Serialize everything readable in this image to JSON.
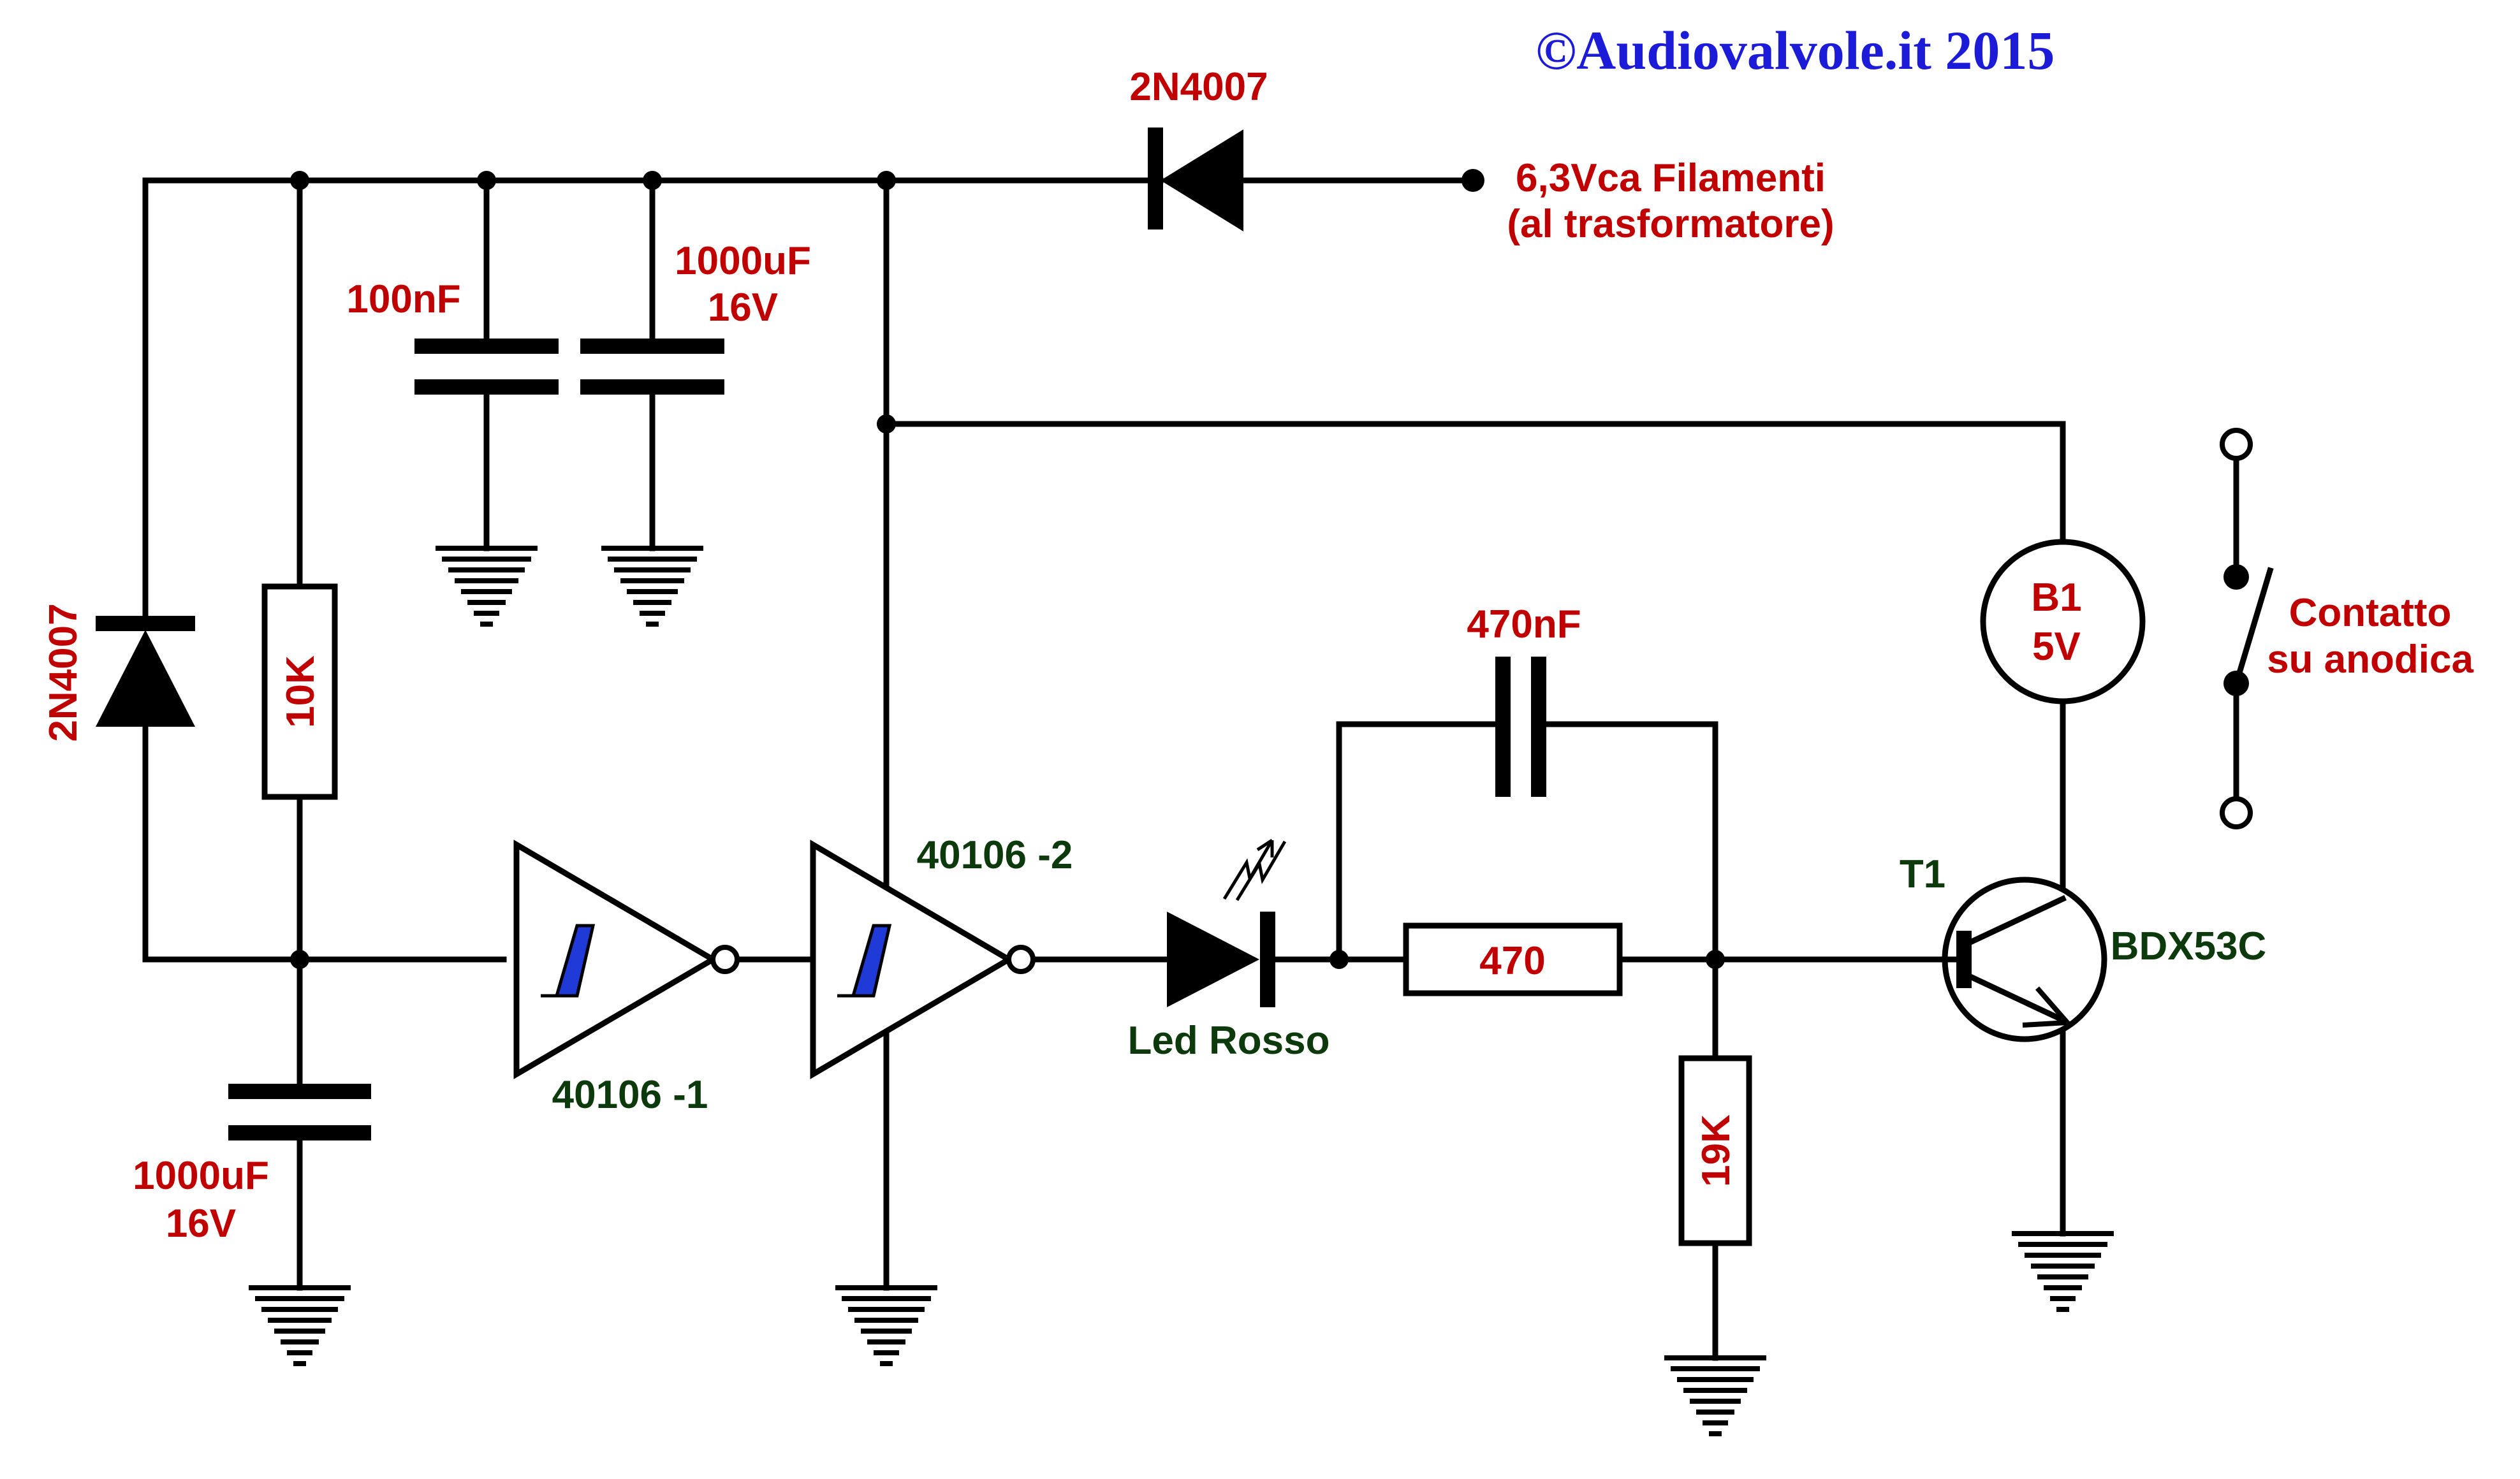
{
  "title": "©Audiovalvole.it 2015",
  "source": {
    "line1": "6,3Vca Filamenti",
    "line2": "(al trasformatore)"
  },
  "components": {
    "d_series": "2N4007",
    "d_shunt": "2N4007",
    "r_10k": "10K",
    "c_100nf": "100nF",
    "c_top_value": "1000uF",
    "c_top_voltage": "16V",
    "c_bot_value": "1000uF",
    "c_bot_voltage": "16V",
    "inv1": "40106 -1",
    "inv2": "40106 -2",
    "led": "Led Rosso",
    "c_470nf": "470nF",
    "r_470": "470",
    "r_19k": "19K",
    "transistor_ref": "T1",
    "transistor_type": "BDX53C",
    "bulb_ref": "B1",
    "bulb_voltage": "5V",
    "contact_line1": "Contatto",
    "contact_line2": "su anodica"
  },
  "colors": {
    "component_label": "#c00000",
    "ic_label": "#0c3a0c",
    "title": "#1b1bd8",
    "hysteresis_symbol": "#1f3ad6"
  }
}
